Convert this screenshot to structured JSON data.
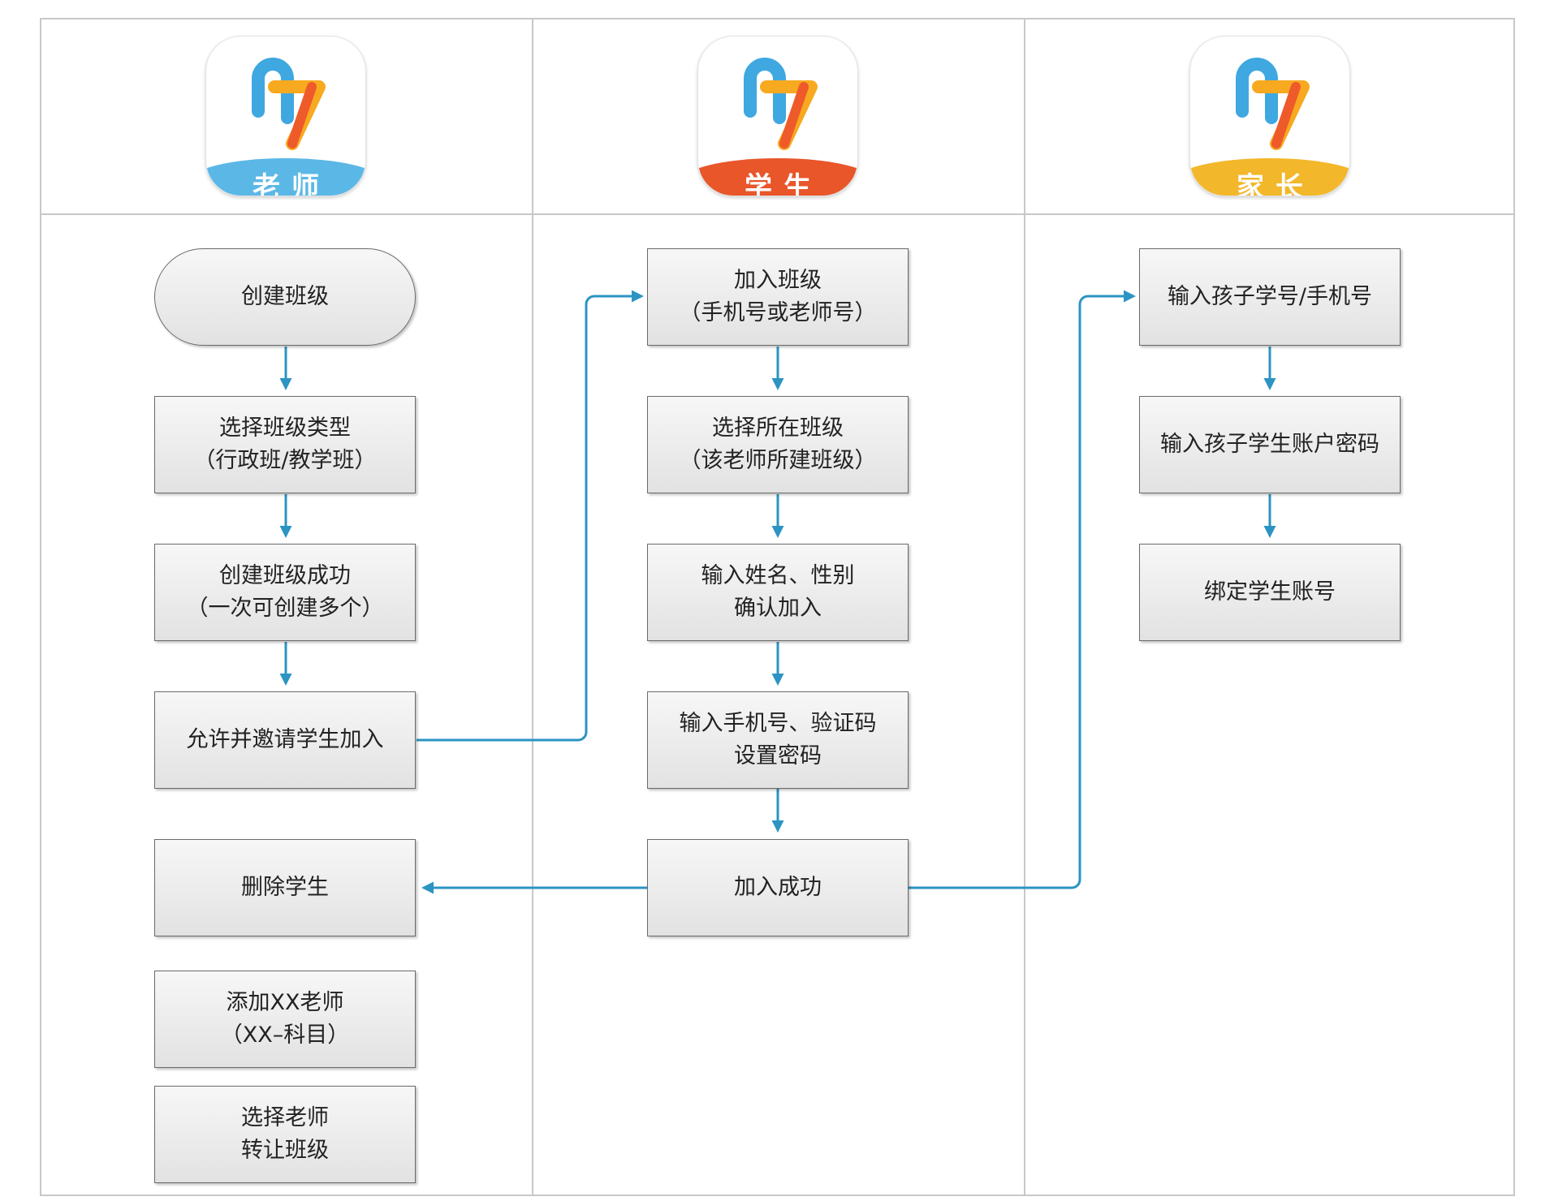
{
  "colors": {
    "wire": "#2b94c3",
    "teacher": "#5bb8e6",
    "student": "#e8562a",
    "parent": "#f3b72b"
  },
  "apps": [
    {
      "role": "teacher",
      "label": "老师",
      "logo_icon": "qq-homework-logo-icon"
    },
    {
      "role": "student",
      "label": "学生",
      "logo_icon": "qq-homework-logo-icon"
    },
    {
      "role": "parent",
      "label": "家长",
      "logo_icon": "qq-homework-logo-icon"
    }
  ],
  "teacher": {
    "create_class": "创建班级",
    "select_type": [
      "选择班级类型",
      "（行政班/教学班）"
    ],
    "create_success": [
      "创建班级成功",
      "（一次可创建多个）"
    ],
    "invite_students": "允许并邀请学生加入",
    "delete_student": "删除学生",
    "add_teacher": [
      "添加XX老师",
      "（XX–科目）"
    ],
    "transfer_class": [
      "选择老师",
      "转让班级"
    ]
  },
  "student": {
    "join_class": [
      "加入班级",
      "（手机号或老师号）"
    ],
    "select_class": [
      "选择所在班级",
      "（该老师所建班级）"
    ],
    "enter_name": [
      "输入姓名、性别",
      "确认加入"
    ],
    "enter_phone": [
      "输入手机号、验证码",
      "设置密码"
    ],
    "join_success": "加入成功"
  },
  "parent": {
    "enter_child_id": "输入孩子学号/手机号",
    "enter_child_password": "输入孩子学生账户密码",
    "bind_account": "绑定学生账号"
  }
}
